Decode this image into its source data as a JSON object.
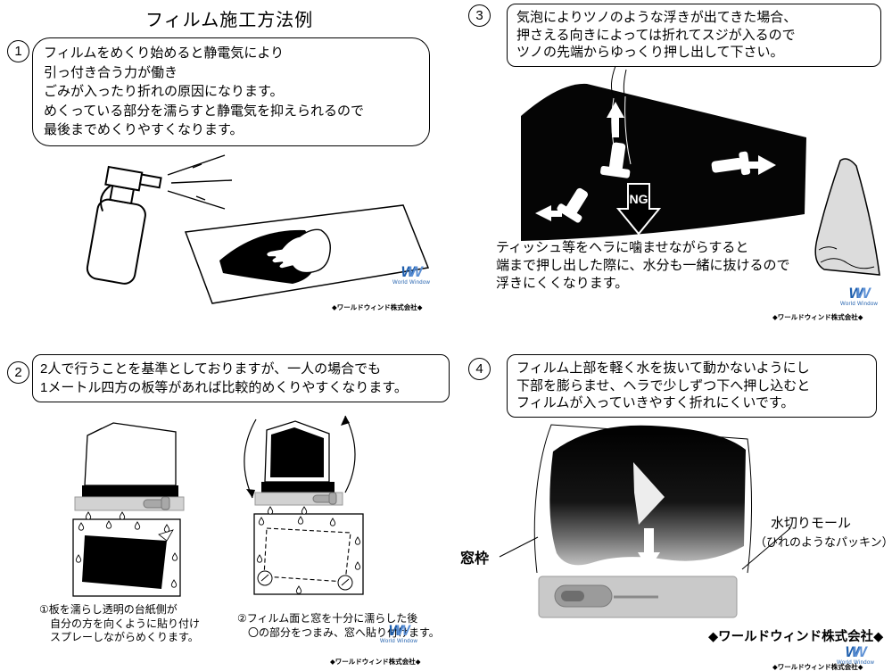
{
  "title": "フィルム施工方法例",
  "brand": {
    "logo_w1": "W",
    "logo_w2": "W",
    "logo_sub": "World Window",
    "company_watermark": "◆ワールドウィンド株式会社◆",
    "logo_blue": "#1f5fad"
  },
  "panel1": {
    "number": "1",
    "bubble": [
      "フィルムをめくり始めると静電気により",
      "引っ付き合う力が働き",
      "ごみが入ったり折れの原因になります。",
      "めくっている部分を濡らすと静電気を抑えられるので",
      "最後までめくりやすくなります。"
    ]
  },
  "panel2": {
    "number": "2",
    "box": [
      "2人で行うことを基準としておりますが、一人の場合でも",
      "1メートル四方の板等があれば比較的めくりやすくなります。"
    ],
    "caption_left": [
      "①板を濡らし透明の台紙側が",
      "　自分の方を向くように貼り付け",
      "　スプレーしながらめくります。"
    ],
    "caption_right": [
      "②フィルム面と窓を十分に濡らした後",
      "　〇の部分をつまみ、窓へ貼り付けます。"
    ]
  },
  "panel3": {
    "number": "3",
    "box": [
      "気泡によりツノのような浮きが出てきた場合、",
      "押さえる向きによっては折れてスジが入るので",
      "ツノの先端からゆっくり押し出して下さい。"
    ],
    "ng_label": "NG",
    "note": [
      "ティッシュ等をヘラに噛ませながらすると",
      "端まで押し出した際に、水分も一緒に抜けるので",
      "浮きにくくなります。"
    ]
  },
  "panel4": {
    "number": "4",
    "box": [
      "フィルム上部を軽く水を抜いて動かないようにし",
      "下部を膨らませ、ヘラで少しずつ下へ押し込むと",
      "フィルムが入っていきやすく折れにくいです。"
    ],
    "label_window_frame": "窓枠",
    "label_molding": "水切りモール",
    "label_molding_sub": "（ひれのようなパッキン）"
  },
  "footer": {
    "company": "◆ワールドウィンド株式会社◆"
  }
}
